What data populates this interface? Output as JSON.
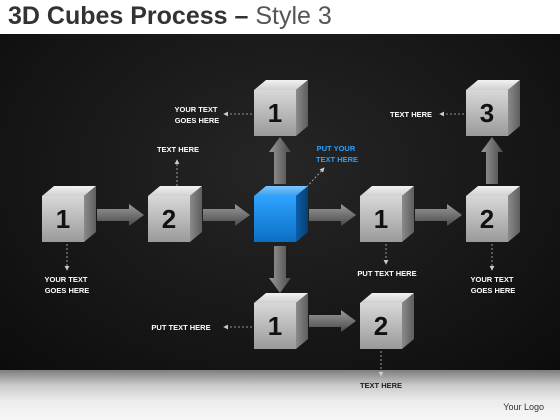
{
  "title": {
    "main": "3D Cubes Process",
    "dash": " – ",
    "sub": "Style 3"
  },
  "cubes": [
    {
      "id": "left-1",
      "label": "1"
    },
    {
      "id": "left-2",
      "label": "2"
    },
    {
      "id": "center",
      "label": ""
    },
    {
      "id": "top-1",
      "label": "1"
    },
    {
      "id": "bottom-1",
      "label": "1"
    },
    {
      "id": "bottom-2",
      "label": "2"
    },
    {
      "id": "right-1",
      "label": "1"
    },
    {
      "id": "right-2",
      "label": "2"
    },
    {
      "id": "right-3",
      "label": "3"
    }
  ],
  "labels": {
    "top1": [
      "YOUR TEXT",
      "GOES HERE"
    ],
    "left2": [
      "TEXT HERE"
    ],
    "center": [
      "PUT YOUR",
      "TEXT HERE"
    ],
    "right3": [
      "TEXT HERE"
    ],
    "left1": [
      "YOUR TEXT",
      "GOES HERE"
    ],
    "right1": [
      "PUT TEXT HERE"
    ],
    "right2": [
      "YOUR TEXT",
      "GOES HERE"
    ],
    "bottom1": [
      "PUT TEXT HERE"
    ],
    "bottom2": [
      "TEXT HERE"
    ]
  },
  "footer": {
    "logo": "Your Logo"
  },
  "colors": {
    "cube_gray": "#bdbdbd",
    "cube_blue": "#1e8fe0",
    "accent_text": "#2aa0ff",
    "label_text": "#ffffff"
  }
}
